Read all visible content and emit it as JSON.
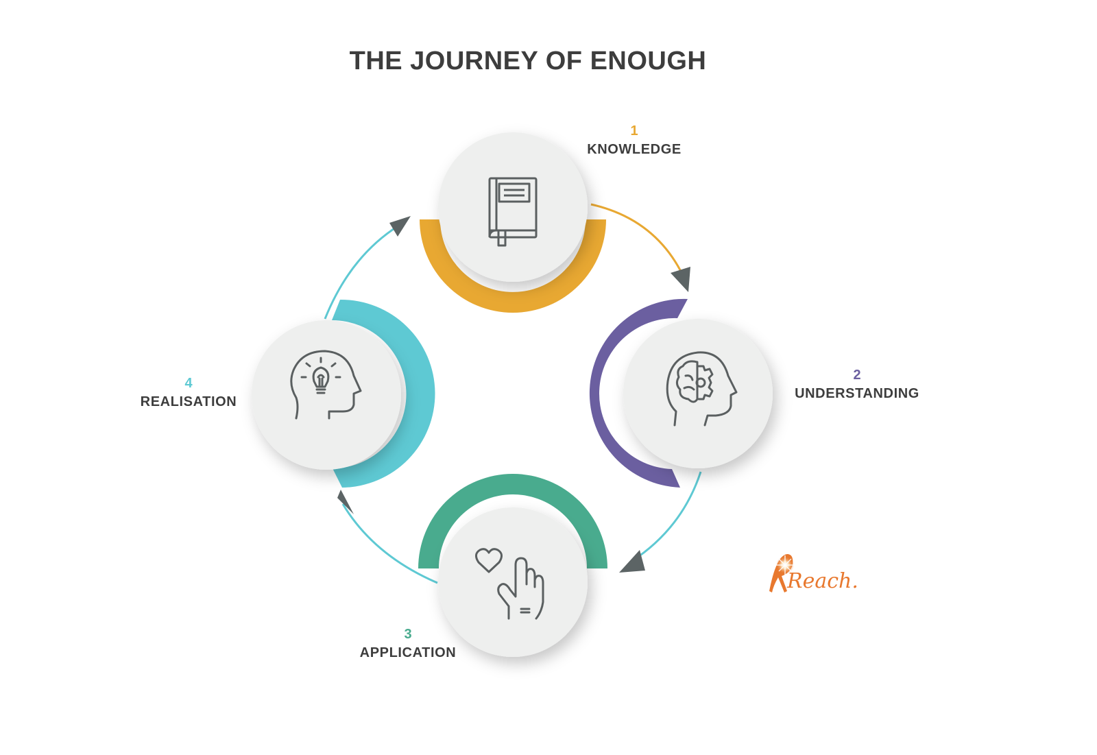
{
  "title": "THE JOURNEY OF ENOUGH",
  "colors": {
    "knowledge": "#e8a832",
    "understanding": "#6b5fa0",
    "application": "#49ab8e",
    "realisation": "#5ec9d3",
    "text": "#3d3d3d",
    "circle_fill": "#eeefee",
    "arrowhead": "#5c6465",
    "logo": "#e8782e"
  },
  "steps": [
    {
      "number": "1",
      "name": "KNOWLEDGE",
      "icon": "book-icon",
      "color": "#e8a832"
    },
    {
      "number": "2",
      "name": "UNDERSTANDING",
      "icon": "brain-gear-head-icon",
      "color": "#6b5fa0"
    },
    {
      "number": "3",
      "name": "APPLICATION",
      "icon": "hand-heart-icon",
      "color": "#49ab8e"
    },
    {
      "number": "4",
      "name": "REALISATION",
      "icon": "lightbulb-head-icon",
      "color": "#5ec9d3"
    }
  ],
  "logo": {
    "text": "Reach."
  }
}
